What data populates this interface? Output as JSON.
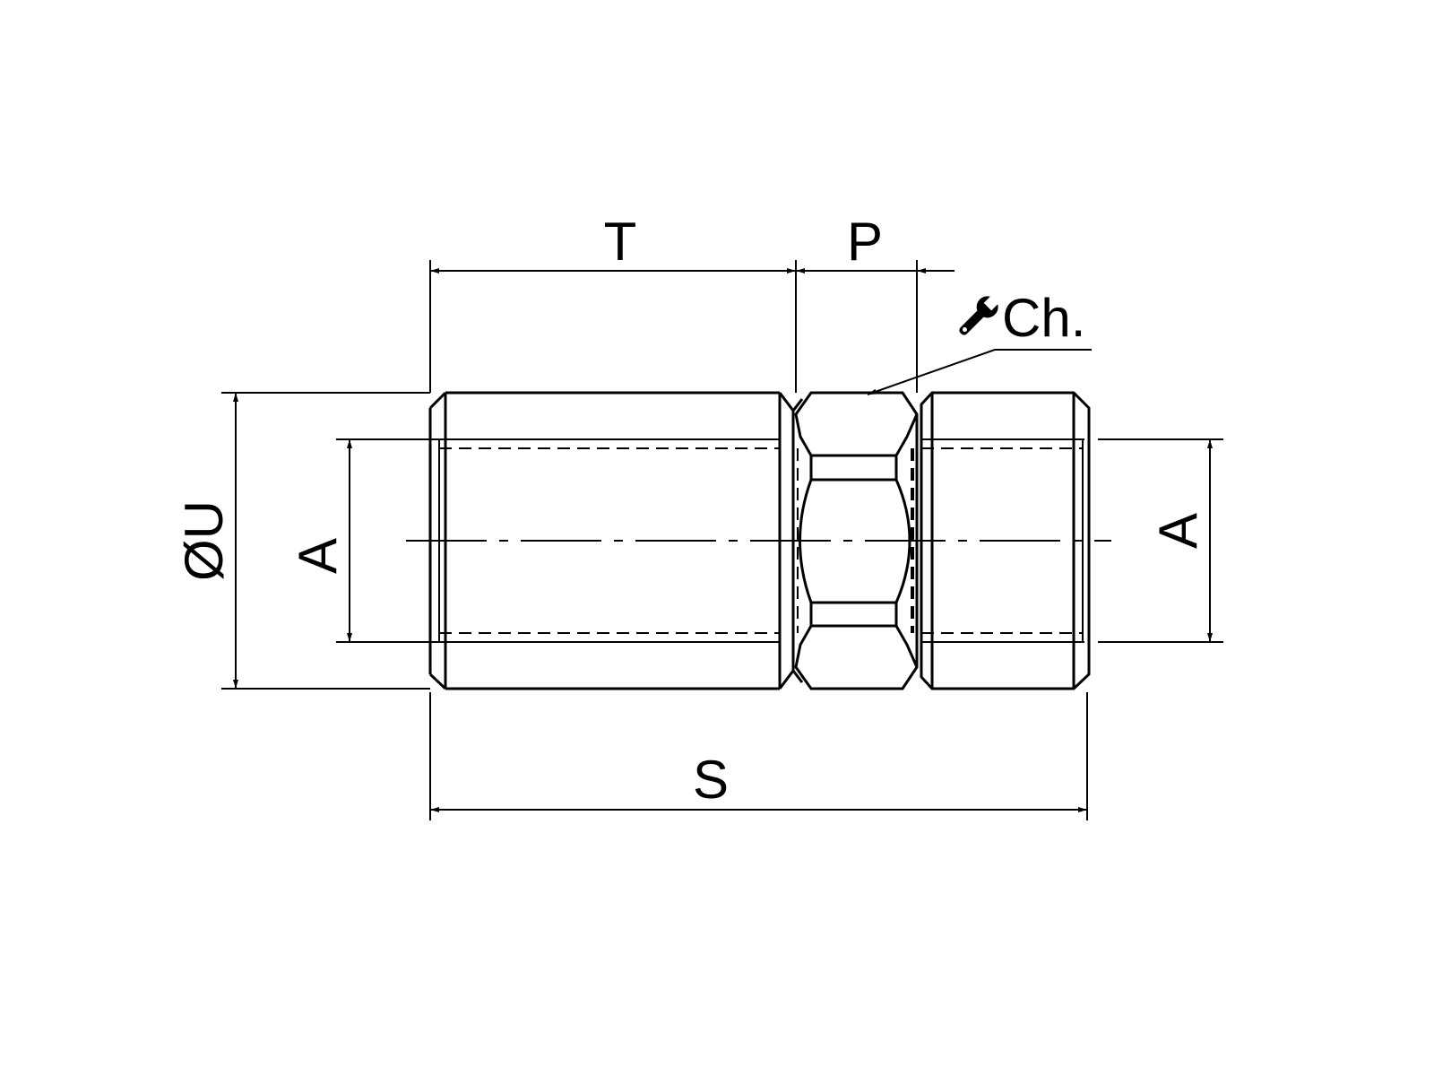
{
  "labels": {
    "T": "T",
    "P": "P",
    "S": "S",
    "U": "ØU",
    "A_left": "A",
    "A_right": "A",
    "Ch": "Ch."
  },
  "icons": {
    "wrench": "wrench-icon"
  }
}
